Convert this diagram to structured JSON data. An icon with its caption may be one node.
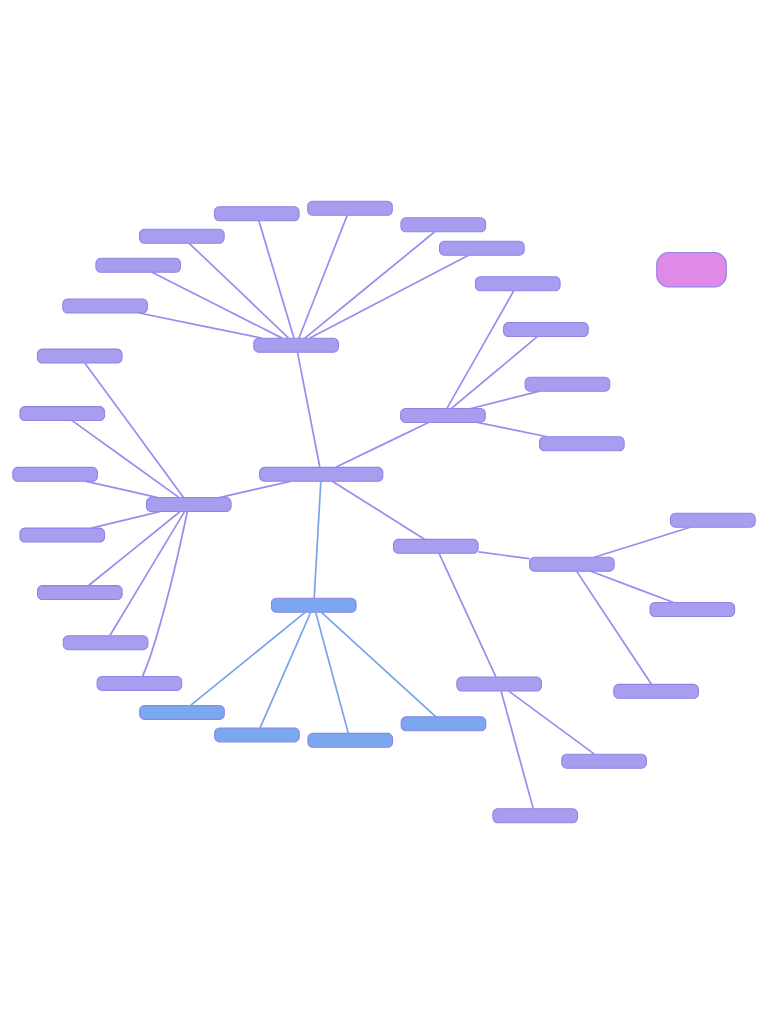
{
  "diagram": {
    "nodes": [
      {
        "text": [],
        "shape": "box"
      },
      {
        "text": [],
        "shape": "box"
      },
      {
        "text": [],
        "shape": "box"
      },
      {
        "text": [],
        "shape": "box"
      },
      {
        "text": [],
        "shape": "box"
      },
      {
        "text": [],
        "shape": "box"
      },
      {
        "text": [],
        "shape": "box"
      },
      {
        "text": [],
        "shape": "box"
      },
      {
        "text": [],
        "shape": "box"
      },
      {
        "text": [],
        "shape": "box"
      },
      {
        "text": [],
        "shape": "box"
      },
      {
        "text": [],
        "shape": "box"
      },
      {
        "text": [],
        "shape": "box"
      },
      {
        "text": [],
        "shape": "box"
      },
      {
        "text": [],
        "shape": "box"
      },
      {
        "text": [],
        "shape": "box"
      },
      {
        "text": [],
        "shape": "box"
      },
      {
        "text": [],
        "shape": "box"
      },
      {
        "text": [],
        "shape": "box"
      },
      {
        "text": [],
        "shape": "box"
      },
      {
        "text": [],
        "shape": "box"
      },
      {
        "text": [],
        "shape": "box"
      },
      {
        "text": [],
        "shape": "box"
      },
      {
        "text": [],
        "shape": "box"
      },
      {
        "text": [],
        "shape": "box"
      },
      {
        "text": [],
        "shape": "box"
      },
      {
        "text": [],
        "shape": "box"
      },
      {
        "text": [],
        "shape": "box"
      },
      {
        "text": [],
        "shape": "box"
      },
      {
        "text": [],
        "shape": "box"
      },
      {
        "text": [],
        "shape": "box"
      },
      {
        "text": [],
        "shape": "box"
      },
      {
        "text": [],
        "shape": "box"
      },
      {
        "text": [],
        "shape": "box"
      },
      {
        "text": [],
        "shape": "box"
      },
      {
        "text": [],
        "shape": "box"
      }
    ],
    "edges": [
      {
        "from": 0,
        "to": 2,
        "arrow": "none"
      },
      {
        "from": 2,
        "to": 3,
        "arrow": "none"
      },
      {
        "from": 2,
        "to": 4,
        "arrow": "none"
      },
      {
        "from": 2,
        "to": 5,
        "arrow": "none"
      },
      {
        "from": 2,
        "to": 6,
        "arrow": "none"
      },
      {
        "from": 0,
        "to": 7,
        "arrow": "none"
      },
      {
        "from": 7,
        "to": 8,
        "arrow": "none"
      },
      {
        "from": 7,
        "to": 9,
        "arrow": "none"
      },
      {
        "from": 7,
        "to": 10,
        "arrow": "none"
      },
      {
        "from": 7,
        "to": 11,
        "arrow": "none"
      },
      {
        "from": 7,
        "to": 12,
        "arrow": "none"
      },
      {
        "from": 7,
        "to": 13,
        "arrow": "none"
      },
      {
        "from": 7,
        "to": 14,
        "arrow": "none"
      },
      {
        "from": 0,
        "to": 15,
        "arrow": "none"
      },
      {
        "from": 15,
        "to": 16,
        "arrow": "none"
      },
      {
        "from": 15,
        "to": 17,
        "arrow": "none"
      },
      {
        "from": 15,
        "to": 18,
        "arrow": "none"
      },
      {
        "from": 15,
        "to": 19,
        "arrow": "none"
      },
      {
        "from": 15,
        "to": 20,
        "arrow": "none"
      },
      {
        "from": 15,
        "to": 21,
        "arrow": "none"
      },
      {
        "from": 15,
        "to": 22,
        "arrow": "none"
      },
      {
        "from": 0,
        "to": 23,
        "arrow": "none",
        "color": "#79a3ec"
      },
      {
        "from": 23,
        "to": 24,
        "arrow": "none",
        "color": "#79a3ec"
      },
      {
        "from": 23,
        "to": 25,
        "arrow": "none",
        "color": "#79a3ec"
      },
      {
        "from": 23,
        "to": 26,
        "arrow": "none",
        "color": "#79a3ec"
      },
      {
        "from": 23,
        "to": 27,
        "arrow": "none",
        "color": "#79a3ec"
      },
      {
        "from": 0,
        "to": 28,
        "arrow": "none"
      },
      {
        "from": 28,
        "to": 29,
        "arrow": "none"
      },
      {
        "from": 29,
        "to": 30,
        "arrow": "none"
      },
      {
        "from": 29,
        "to": 31,
        "arrow": "none"
      },
      {
        "from": 28,
        "to": 32,
        "arrow": "none"
      },
      {
        "from": 32,
        "to": 33,
        "arrow": "none"
      },
      {
        "from": 32,
        "to": 34,
        "arrow": "none"
      },
      {
        "from": 32,
        "to": 35,
        "arrow": "none"
      }
    ]
  }
}
